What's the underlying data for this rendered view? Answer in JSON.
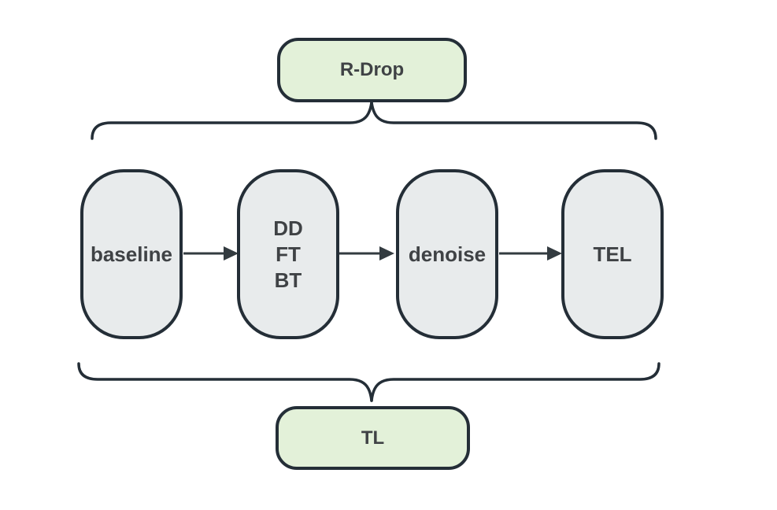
{
  "diagram": {
    "top_bracket_label": "R-Drop",
    "bottom_bracket_label": "TL",
    "pipeline": {
      "nodes": [
        {
          "id": "baseline",
          "label": "baseline"
        },
        {
          "id": "dd-ft-bt",
          "lines": [
            "DD",
            "FT",
            "BT"
          ]
        },
        {
          "id": "denoise",
          "label": "denoise"
        },
        {
          "id": "tel",
          "label": "TEL"
        }
      ]
    },
    "colors": {
      "bracket_label_fill": "#e3f1d9",
      "node_fill": "#e8ebec",
      "outline": "#242e37",
      "arrow": "#333b40",
      "text": "#3f4245",
      "background": "#ffffff"
    }
  }
}
